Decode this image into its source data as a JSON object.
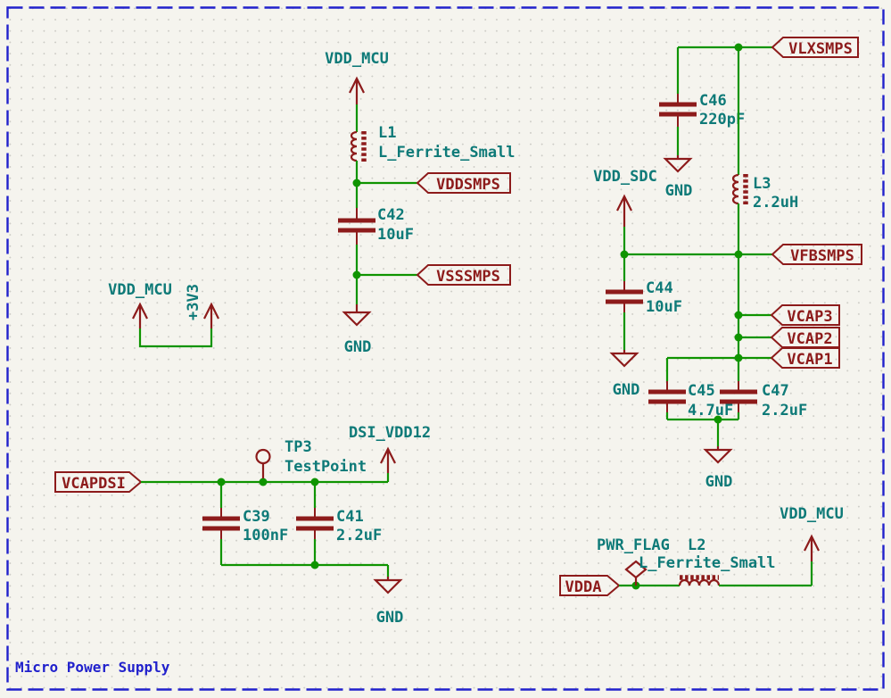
{
  "sheet": {
    "title": "Micro Power Supply"
  },
  "colors": {
    "wire_green": "#0F9400",
    "symbol_red": "#8D1B1B",
    "field_teal": "#0E7A78",
    "sheet_blue": "#2121CC",
    "background": "#F5F4EE"
  },
  "power": {
    "vdd_mcu": "VDD_MCU",
    "p3v3": "+3V3",
    "vdd_sdc": "VDD_SDC",
    "dsi_vdd12": "DSI_VDD12",
    "gnd": "GND",
    "pwr_flag": "PWR_FLAG"
  },
  "labels": {
    "vddsmps": "VDDSMPS",
    "vsssmps": "VSSSMPS",
    "vlxsmps": "VLXSMPS",
    "vfbsmps": "VFBSMPS",
    "vcap3": "VCAP3",
    "vcap2": "VCAP2",
    "vcap1": "VCAP1",
    "vcapdsi": "VCAPDSI",
    "vdda": "VDDA"
  },
  "components": {
    "l1": {
      "ref": "L1",
      "value": "L_Ferrite_Small"
    },
    "c42": {
      "ref": "C42",
      "value": "10uF"
    },
    "c46": {
      "ref": "C46",
      "value": "220pF"
    },
    "l3": {
      "ref": "L3",
      "value": "2.2uH"
    },
    "c44": {
      "ref": "C44",
      "value": "10uF"
    },
    "c45": {
      "ref": "C45",
      "value": "4.7uF"
    },
    "c47": {
      "ref": "C47",
      "value": "2.2uF"
    },
    "c39": {
      "ref": "C39",
      "value": "100nF"
    },
    "c41": {
      "ref": "C41",
      "value": "2.2uF"
    },
    "tp3": {
      "ref": "TP3",
      "value": "TestPoint"
    },
    "l2": {
      "ref": "L2",
      "value": "L_Ferrite_Small"
    }
  }
}
